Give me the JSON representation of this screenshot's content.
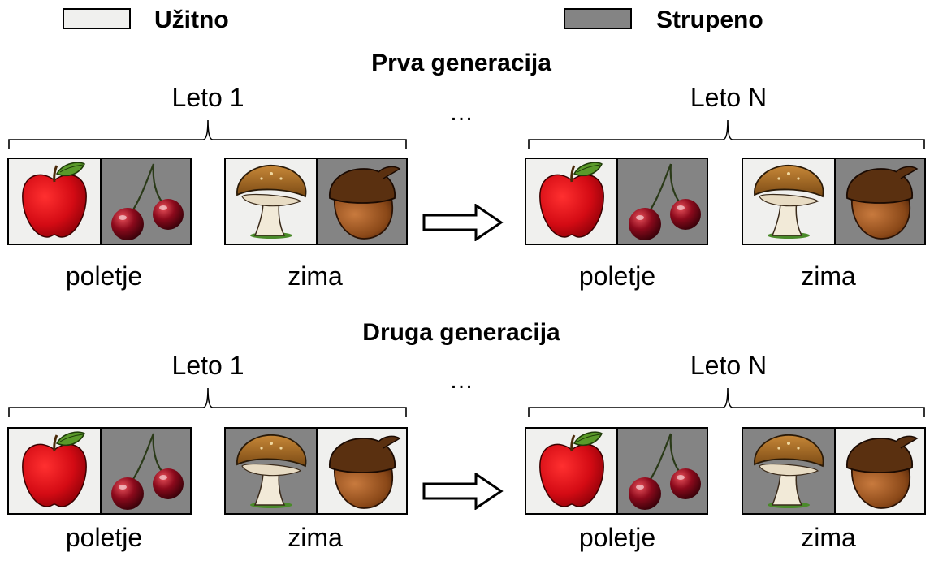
{
  "colors": {
    "edible": "#f0f0ee",
    "poisonous": "#848484"
  },
  "legend": {
    "edible_label": "Užitno",
    "poisonous_label": "Strupeno"
  },
  "ellipsis": "…",
  "generations": [
    {
      "title": "Prva generacija",
      "years": [
        {
          "label": "Leto 1",
          "spring": {
            "label": "poletje",
            "items": [
              {
                "icon": "apple-icon",
                "status": "edible"
              },
              {
                "icon": "cherries-icon",
                "status": "poisonous"
              }
            ]
          },
          "winter": {
            "label": "zima",
            "items": [
              {
                "icon": "mushroom-icon",
                "status": "edible"
              },
              {
                "icon": "acorn-icon",
                "status": "poisonous"
              }
            ]
          }
        },
        {
          "label": "Leto N",
          "spring": {
            "label": "poletje",
            "items": [
              {
                "icon": "apple-icon",
                "status": "edible"
              },
              {
                "icon": "cherries-icon",
                "status": "poisonous"
              }
            ]
          },
          "winter": {
            "label": "zima",
            "items": [
              {
                "icon": "mushroom-icon",
                "status": "edible"
              },
              {
                "icon": "acorn-icon",
                "status": "poisonous"
              }
            ]
          }
        }
      ]
    },
    {
      "title": "Druga generacija",
      "years": [
        {
          "label": "Leto 1",
          "spring": {
            "label": "poletje",
            "items": [
              {
                "icon": "apple-icon",
                "status": "edible"
              },
              {
                "icon": "cherries-icon",
                "status": "poisonous"
              }
            ]
          },
          "winter": {
            "label": "zima",
            "items": [
              {
                "icon": "mushroom-icon",
                "status": "poisonous"
              },
              {
                "icon": "acorn-icon",
                "status": "edible"
              }
            ]
          }
        },
        {
          "label": "Leto N",
          "spring": {
            "label": "poletje",
            "items": [
              {
                "icon": "apple-icon",
                "status": "edible"
              },
              {
                "icon": "cherries-icon",
                "status": "poisonous"
              }
            ]
          },
          "winter": {
            "label": "zima",
            "items": [
              {
                "icon": "mushroom-icon",
                "status": "poisonous"
              },
              {
                "icon": "acorn-icon",
                "status": "edible"
              }
            ]
          }
        }
      ]
    }
  ]
}
